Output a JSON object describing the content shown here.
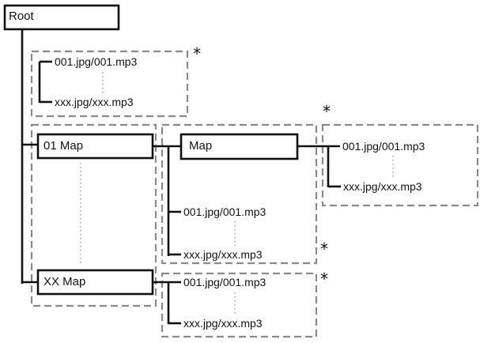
{
  "nodes": {
    "root": "Root",
    "map01": "01 Map",
    "mapxx": "XX Map",
    "map": "Map"
  },
  "files": {
    "first": "001.jpg/001.mp3",
    "last": "xxx.jpg/xxx.mp3"
  },
  "marker": "*",
  "colors": {
    "line": "#111111",
    "dashed": "#8a8a8a",
    "dots": "#9a9a9a"
  }
}
